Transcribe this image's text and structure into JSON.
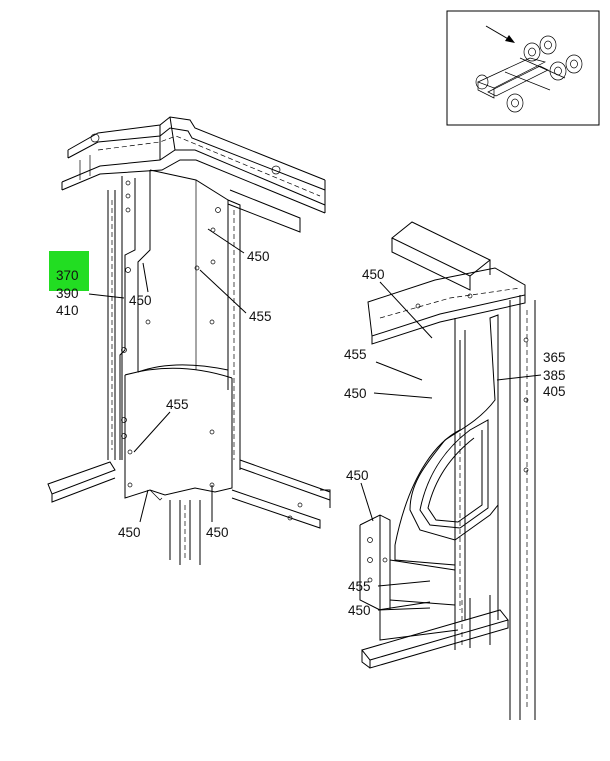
{
  "highlight_color": "#22dd22",
  "highlight_group": [
    "370",
    "390",
    "410"
  ],
  "callouts": {
    "left_450_upper": "450",
    "left_450_mid": "450",
    "left_455_upper": "455",
    "left_455_lower": "455",
    "left_450_bottom_left": "450",
    "left_450_bottom_right": "450",
    "right_450_top": "450",
    "right_455_top": "455",
    "right_450_mid": "450",
    "right_group": [
      "365",
      "385",
      "405"
    ],
    "right_450_lower": "450",
    "right_455_bottom": "455",
    "right_450_bottom": "450"
  }
}
